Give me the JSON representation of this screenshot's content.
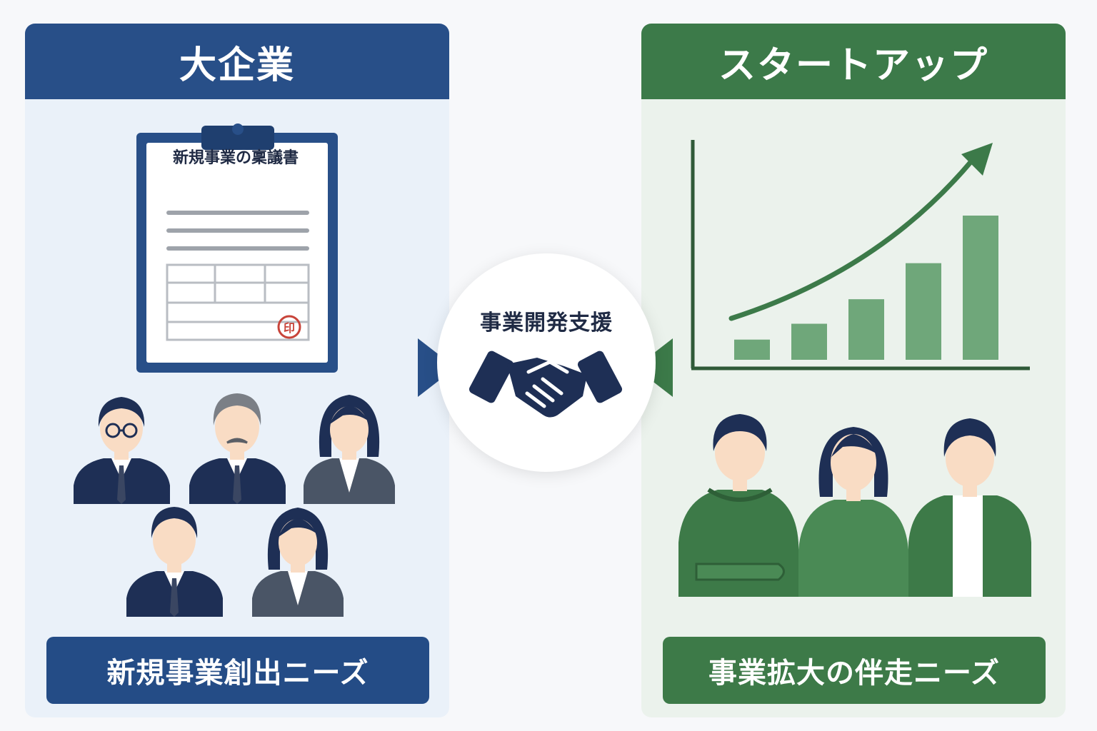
{
  "left_panel": {
    "title": "大企業",
    "document_title": "新規事業の稟議書",
    "stamp_text": "印",
    "footer": "新規事業創出ニーズ"
  },
  "right_panel": {
    "title": "スタートアップ",
    "footer": "事業拡大の伴走ニーズ",
    "growth_bars_relative": [
      0.14,
      0.25,
      0.42,
      0.67,
      1.0
    ]
  },
  "center": {
    "label": "事業開発支援"
  },
  "icons": [
    "clipboard-icon",
    "hanko-stamp-icon",
    "handshake-icon",
    "growth-chart-icon",
    "arrow-right-icon",
    "arrow-left-icon",
    "person-icon"
  ],
  "colors": {
    "corporate_blue": "#284f88",
    "startup_green": "#3c7a49",
    "chart_green": "#6fa77a",
    "stamp_red": "#c8443a"
  }
}
